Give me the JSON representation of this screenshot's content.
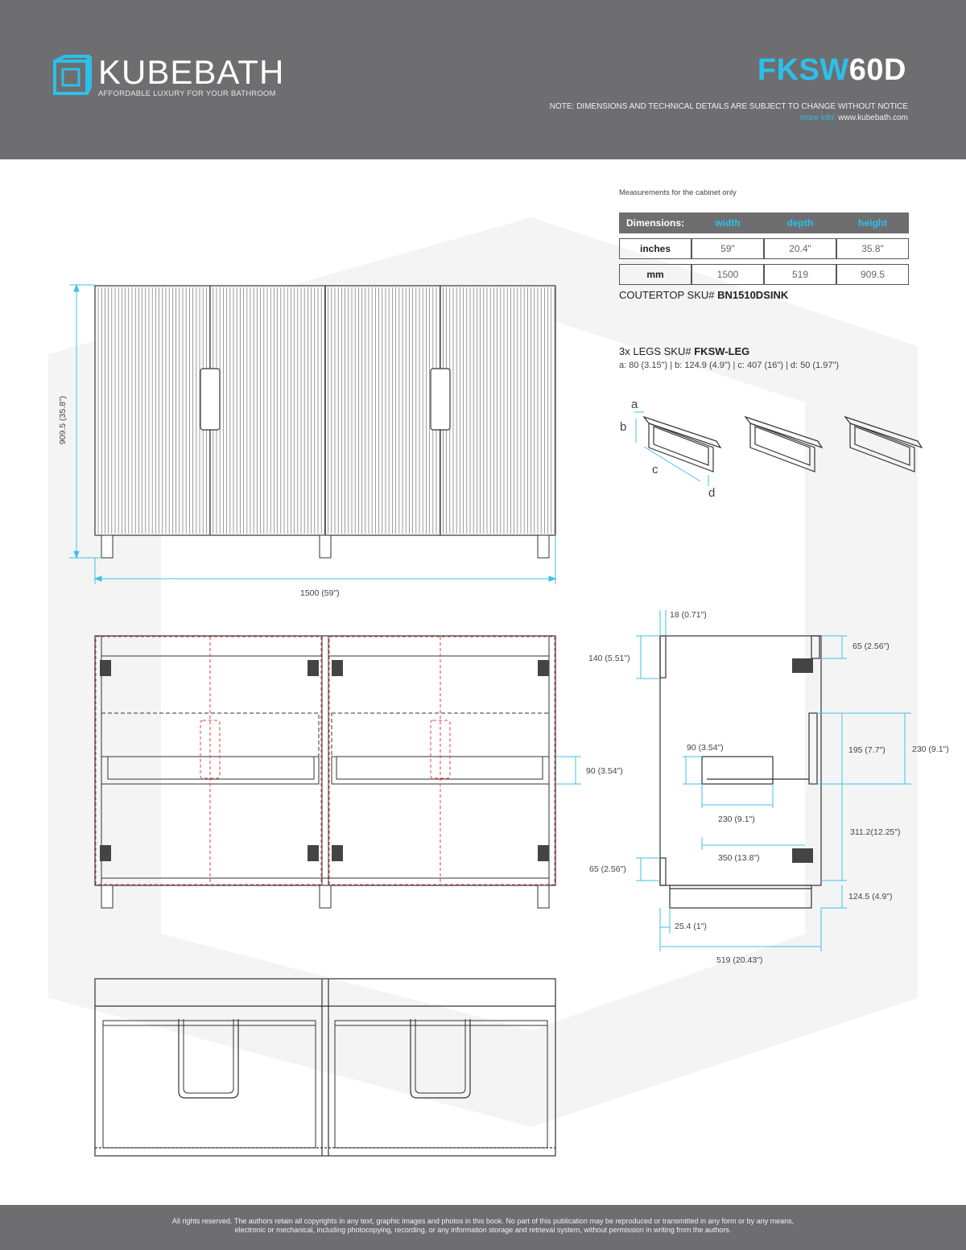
{
  "header": {
    "brand": "KUBEBATH",
    "tagline": "AFFORDABLE LUXURY FOR YOUR BATHROOM",
    "model_prefix": "FKSW",
    "model_suffix": "60D",
    "note": "NOTE: DIMENSIONS AND TECHNICAL DETAILS ARE SUBJECT TO CHANGE WITHOUT NOTICE",
    "more_info_label": "more info:",
    "website": "www.kubebath.com"
  },
  "specs": {
    "measurement_note": "Measurements for the cabinet only",
    "table": {
      "header": [
        "Dimensions:",
        "width",
        "depth",
        "height"
      ],
      "rows": [
        [
          "inches",
          "59\"",
          "20.4\"",
          "35.8\""
        ],
        [
          "mm",
          "1500",
          "519",
          "909.5"
        ]
      ]
    },
    "countertop_label": "COUTERTOP SKU#",
    "countertop_sku": "BN1510DSINK",
    "legs_label": "3x LEGS SKU#",
    "legs_sku": "FKSW-LEG",
    "legs_dims": "a: 80 (3.15\") | b: 124.9 (4.9\") | c: 407 (16\") | d: 50 (1.97\")",
    "leg_labels": [
      "a",
      "b",
      "c",
      "d"
    ]
  },
  "front_view": {
    "height_label": "909.5 (35.8\")",
    "width_label": "1500 (59\")"
  },
  "open_view": {
    "drawer_label": "90 (3.54\")"
  },
  "side_view": {
    "labels": {
      "top_thickness": "18 (0.71\")",
      "back_top": "140 (5.51\")",
      "hinge_top": "65 (2.56\")",
      "shelf_gap": "195 (7.7\")",
      "shelf_total": "230 (9.1\")",
      "drawer_h": "90 (3.54\")",
      "drawer_w": "230 (9.1\")",
      "drawer_depth": "350 (13.8\")",
      "lower_gap": "311.2(12.25\")",
      "bottom_back": "65 (2.56\")",
      "leg_h": "124.5 (4.9\")",
      "inset": "25.4 (1\")",
      "depth": "519 (20.43\")"
    }
  },
  "footer": {
    "line1": "All rights reserved. The authors retain all copyrights in any text, graphic images and photos in this book. No part of this publication may be reproduced or transmitted in any form or by any means,",
    "line2": "electronic or mechanical, including photocopying, recording, or any information storage and retrieval system, without permission in writing from the authors."
  },
  "colors": {
    "header_bg": "#6e6e70",
    "accent": "#2cc0ea",
    "dimension_line": "#3fc2e8",
    "hidden_line": "#e04040"
  }
}
